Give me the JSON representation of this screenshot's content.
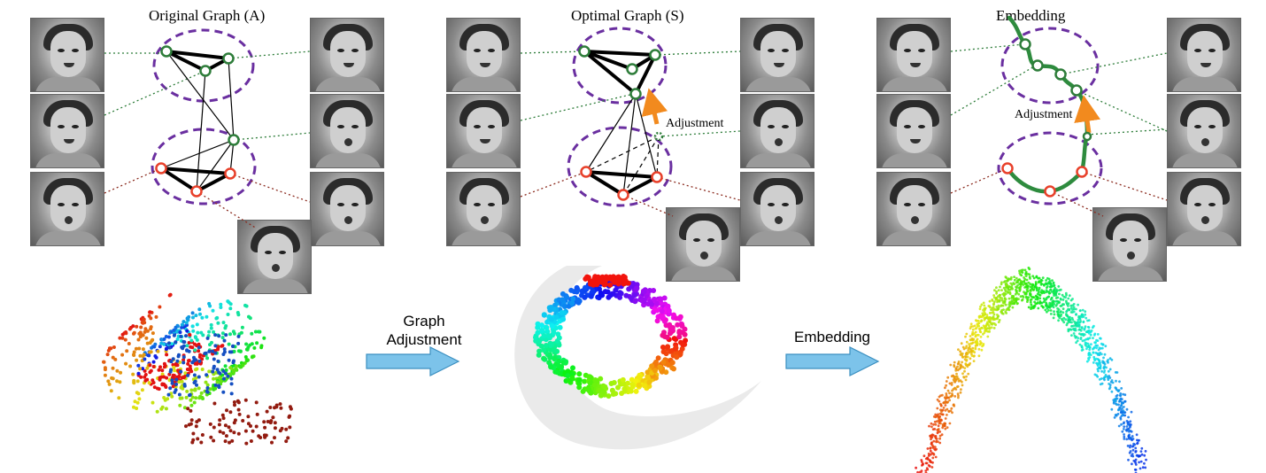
{
  "panels": {
    "original_title": "Original Graph (A)",
    "optimal_title": "Optimal Graph (S)",
    "embedding_title": "Embedding"
  },
  "annotations": {
    "adjustment_mid": "Adjustment",
    "adjustment_right": "Adjustment"
  },
  "flow_arrows": {
    "graph_adjustment_line1": "Graph",
    "graph_adjustment_line2": "Adjustment",
    "embedding": "Embedding"
  },
  "colors": {
    "cluster_outline": "#6a2fa0",
    "green_node": "#2e7d3a",
    "red_node": "#e8402a",
    "orange_arrow": "#f28a1e",
    "flow_arrow": "#7cc3ea",
    "embedding_curve": "#2e8b3e"
  },
  "icons": {
    "flow_arrow": "right-arrow-icon",
    "adjust_arrow": "up-arrow-icon"
  }
}
